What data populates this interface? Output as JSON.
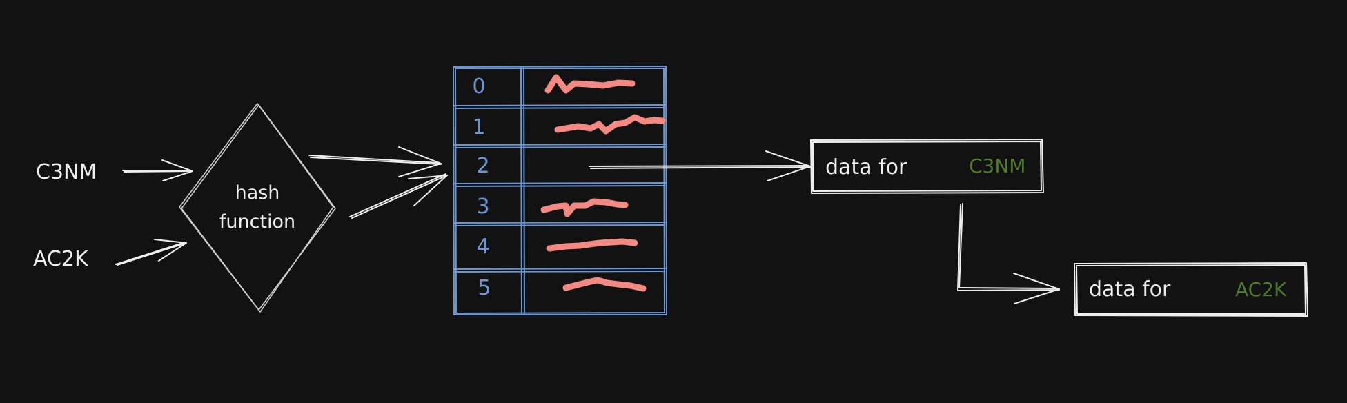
{
  "keys": [
    {
      "label": "C3NM"
    },
    {
      "label": "AC2K"
    }
  ],
  "hash_function": {
    "line1": "hash",
    "line2": "function"
  },
  "table": {
    "indices": [
      "0",
      "1",
      "2",
      "3",
      "4",
      "5"
    ]
  },
  "records": [
    {
      "prefix": "data for",
      "key": "C3NM"
    },
    {
      "prefix": "data for",
      "key": "AC2K"
    }
  ],
  "colors": {
    "background": "#121212",
    "stroke": "#eeeeee",
    "table_border": "#6d97d3",
    "redacted": "#f28a83",
    "key_highlight": "#4f7a2a"
  }
}
